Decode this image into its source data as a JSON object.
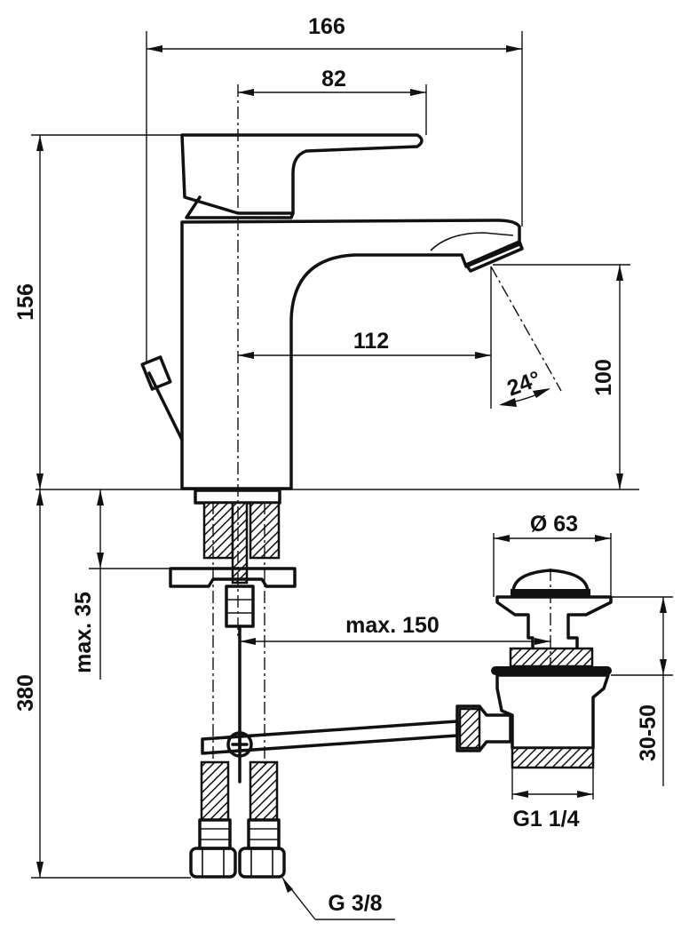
{
  "dimensions": {
    "overall_width": "166",
    "handle_width": "82",
    "total_height": "156",
    "spout_reach": "112",
    "spout_angle": "24°",
    "spout_height": "100",
    "waste_diameter": "Ø 63",
    "max_thickness": "max. 35",
    "rod_length": "max. 150",
    "below_counter": "380",
    "waste_range": "30-50",
    "waste_thread": "G1 1/4",
    "hose_thread": "G 3/8"
  }
}
